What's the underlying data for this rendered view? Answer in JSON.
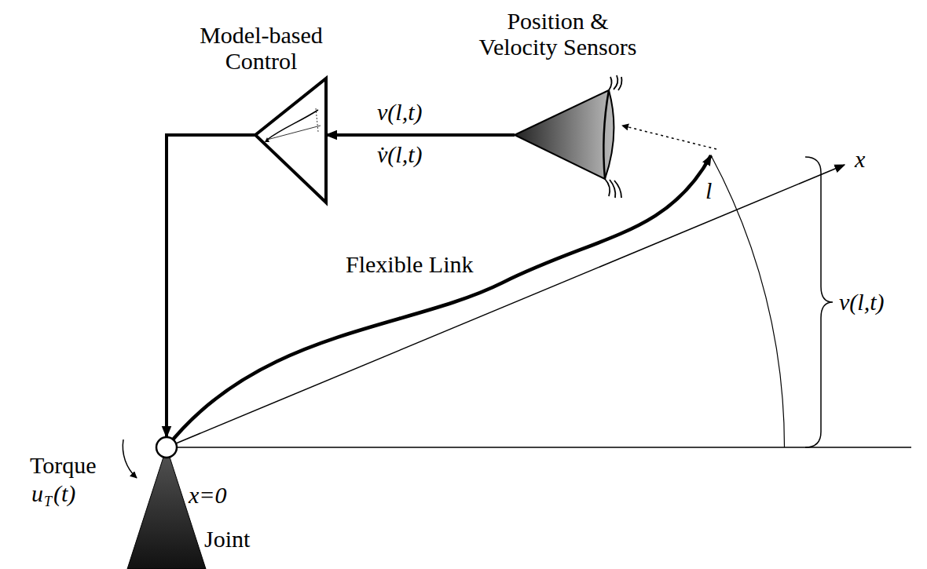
{
  "diagram": {
    "nodes": [
      {
        "text": [
          "Model-based Control"
        ]
      },
      {
        "text": [
          "Position & Velocity Sensors"
        ]
      },
      {
        "text": [
          "Joint"
        ]
      }
    ],
    "edges": [
      {
        "from": 1,
        "to": 0,
        "arrow": "to"
      },
      {
        "from": 0,
        "to": 2,
        "arrow": "to"
      }
    ],
    "labels": [
      "v(l,t)",
      "v̇(l,t)",
      "Flexible Link",
      "x",
      "l",
      "v(l,t)",
      "Torque",
      "u",
      "T",
      "(t)",
      "x=0"
    ]
  }
}
